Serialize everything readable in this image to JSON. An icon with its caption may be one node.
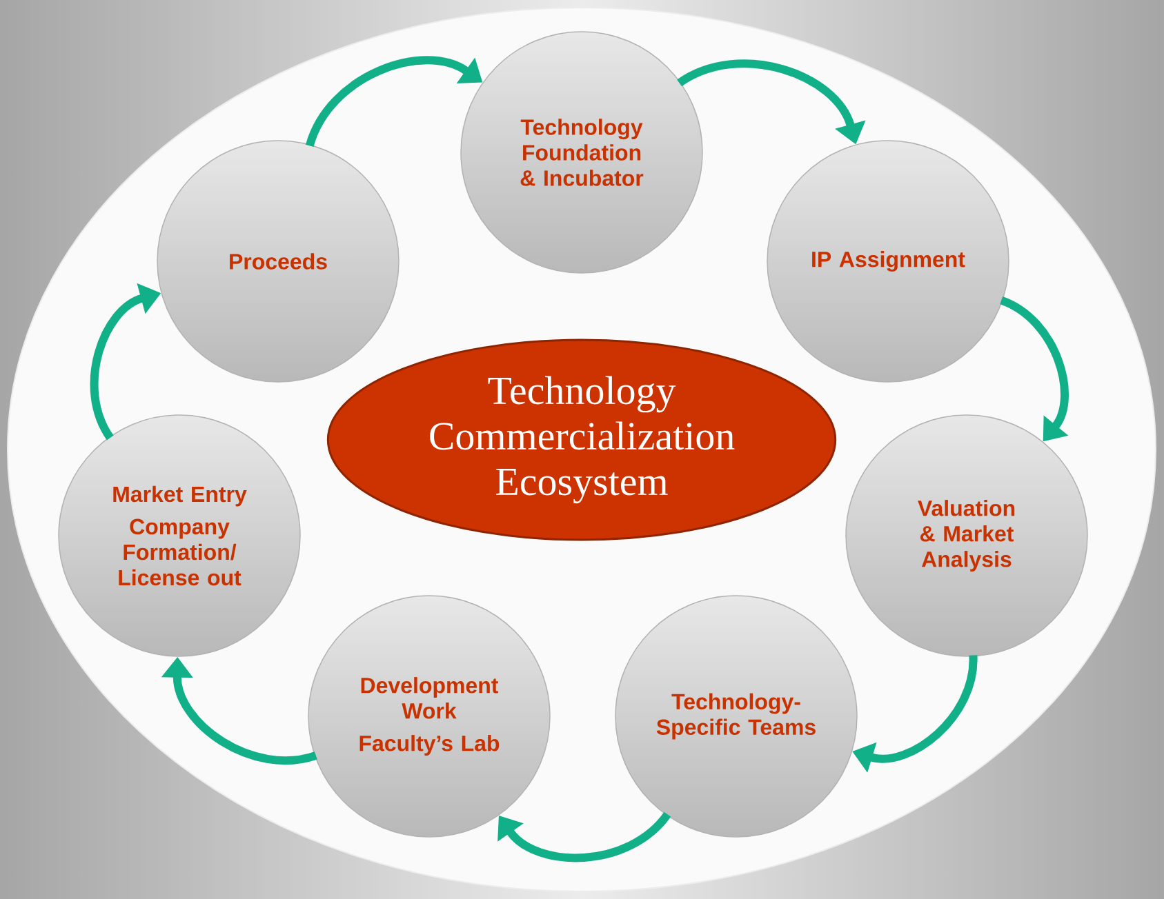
{
  "diagram": {
    "nodes": [
      {
        "text": [
          "Technology Commercialization Ecosystem"
        ]
      },
      {
        "text": [
          "Technology Foundation & Incubator"
        ]
      },
      {
        "text": [
          "IP Assignment"
        ]
      },
      {
        "text": [
          "Valuation & Market Analysis"
        ]
      },
      {
        "text": [
          "Technology-Specific Teams"
        ]
      },
      {
        "text": [
          "Development Work",
          "Faculty’s Lab"
        ]
      },
      {
        "text": [
          "Market Entry",
          "Company Formation/ License out"
        ]
      },
      {
        "text": [
          "Proceeds"
        ]
      }
    ],
    "edges": [
      {
        "from": 1,
        "to": 2,
        "arrow": "to"
      },
      {
        "from": 2,
        "to": 3,
        "arrow": "to"
      },
      {
        "from": 3,
        "to": 4,
        "arrow": "to"
      },
      {
        "from": 4,
        "to": 5,
        "arrow": "to"
      },
      {
        "from": 5,
        "to": 6,
        "arrow": "to"
      },
      {
        "from": 6,
        "to": 7,
        "arrow": "to"
      },
      {
        "from": 7,
        "to": 1,
        "arrow": "to"
      }
    ]
  }
}
